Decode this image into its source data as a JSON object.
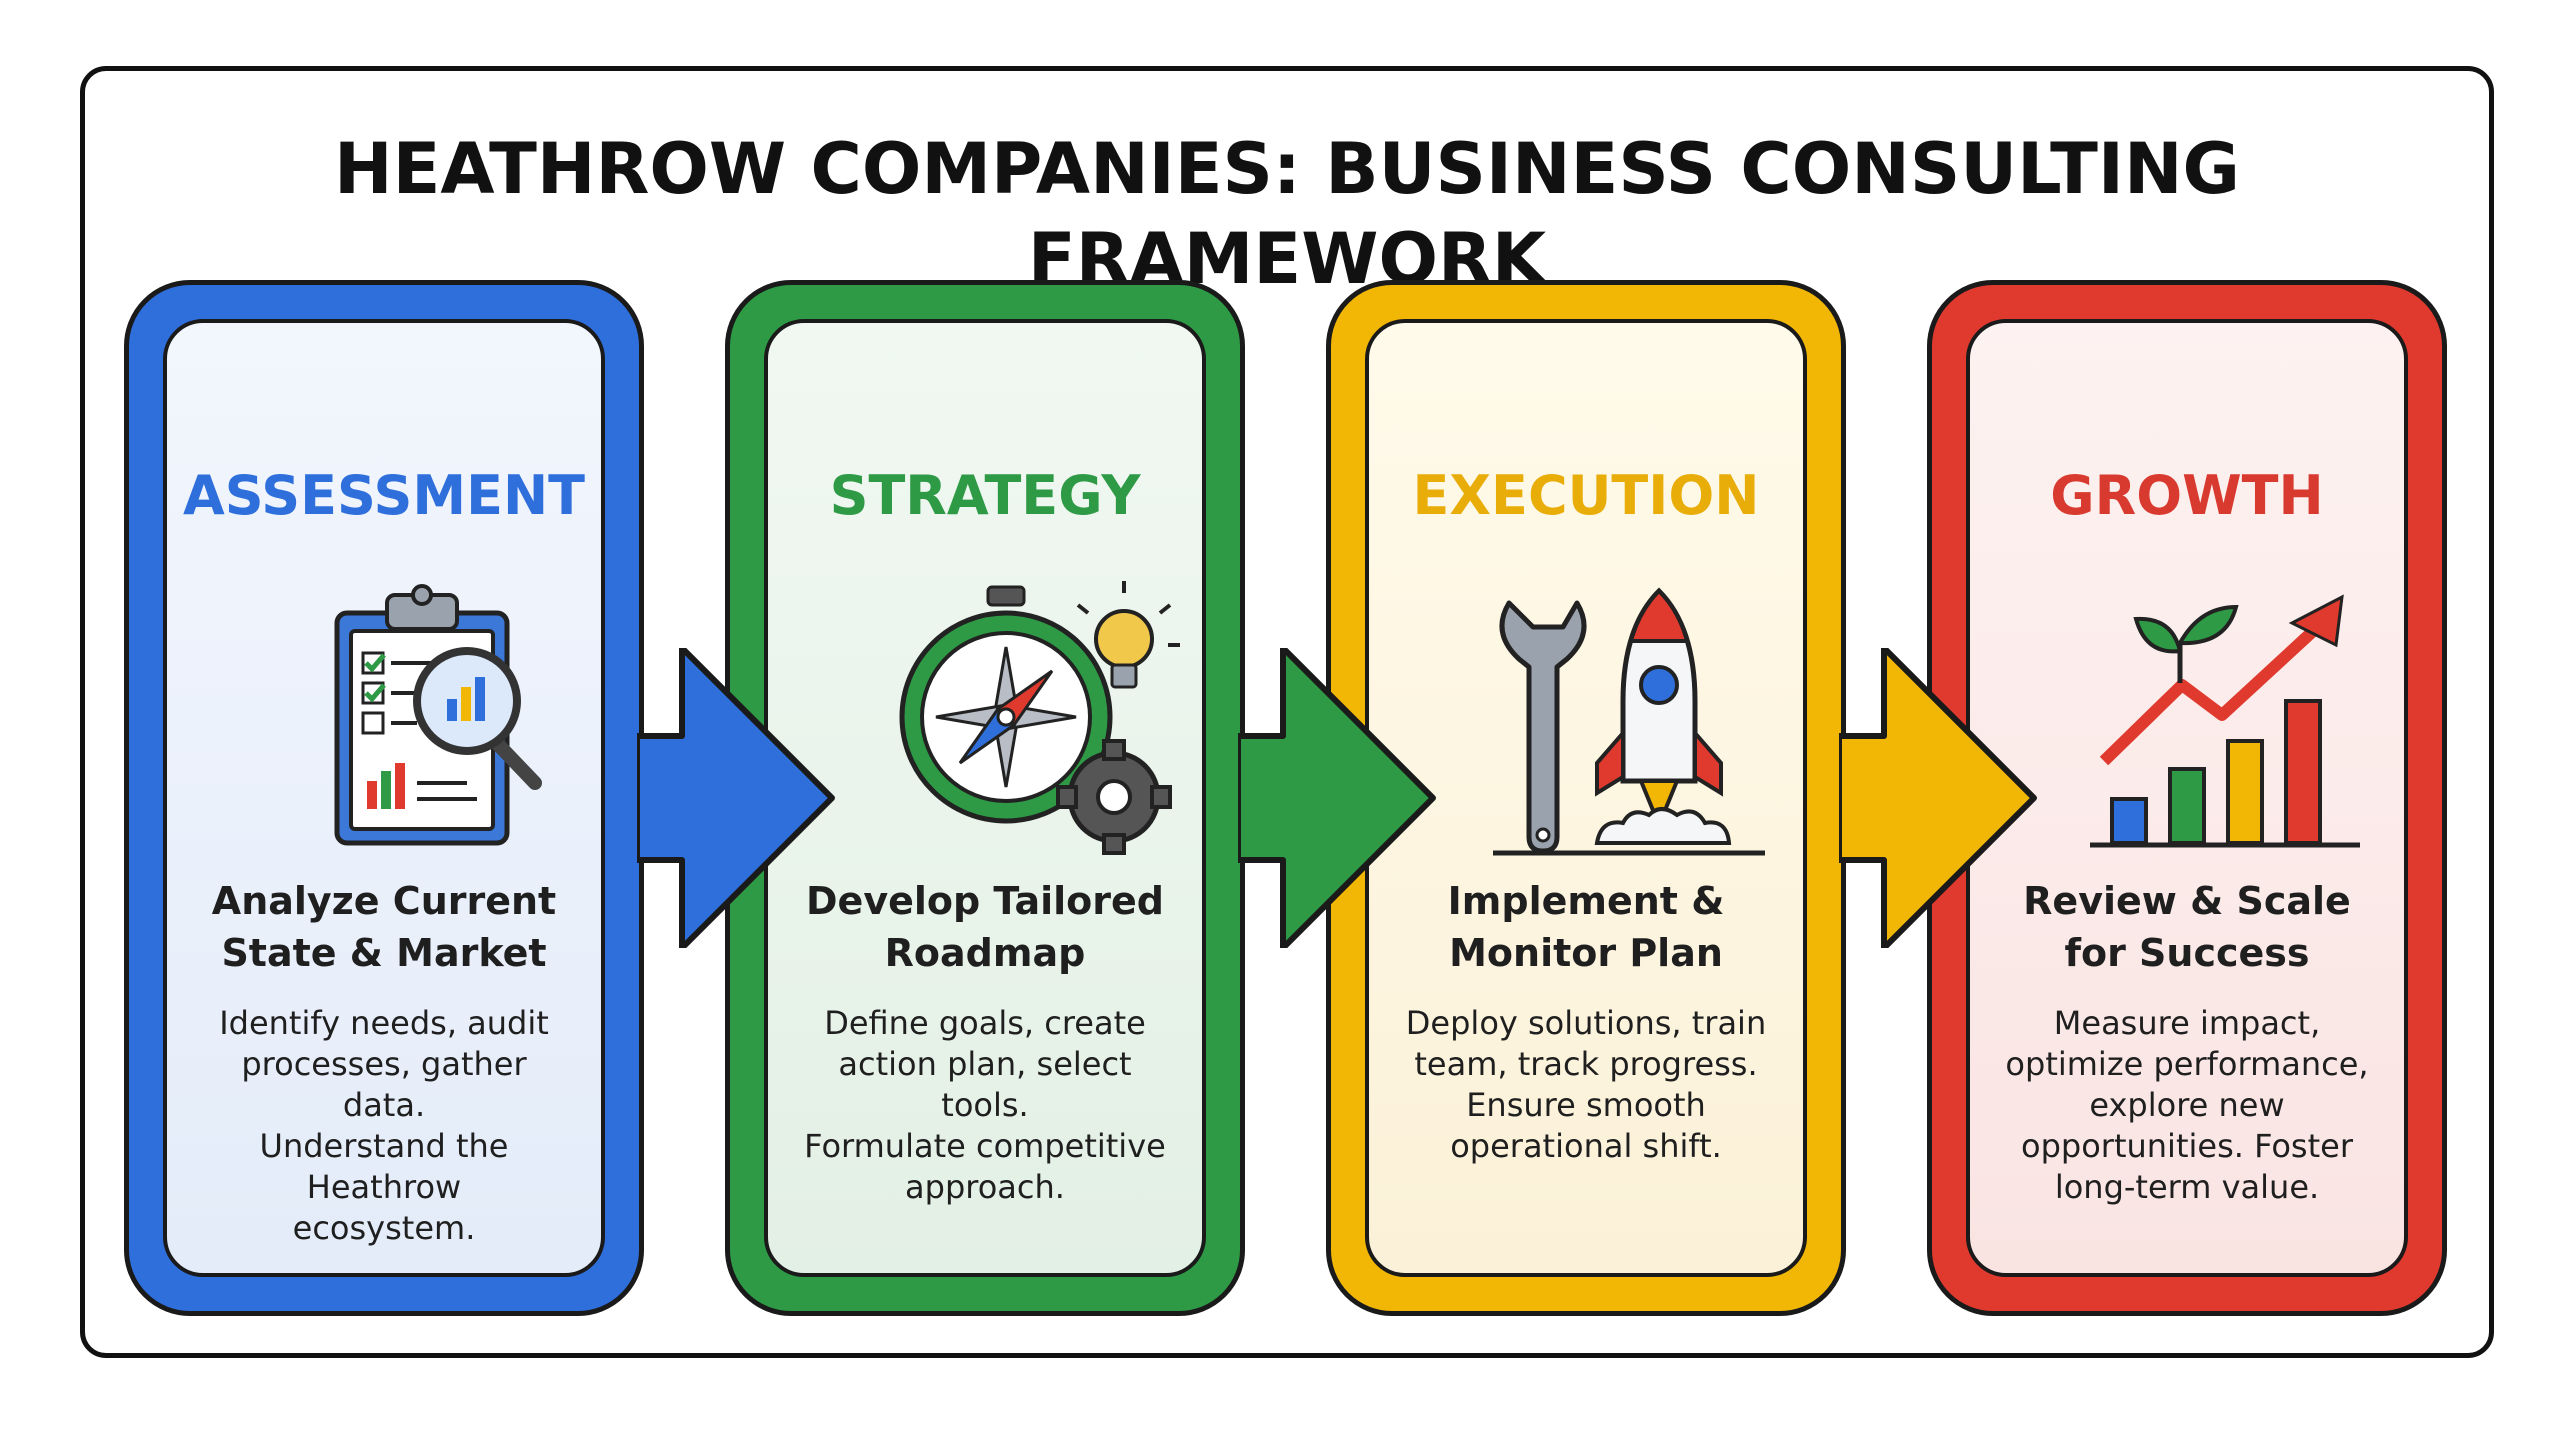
{
  "title": "HEATHROW COMPANIES: BUSINESS CONSULTING FRAMEWORK",
  "stages": [
    {
      "heading": "ASSESSMENT",
      "subtitle_lines": [
        "Analyze Current",
        "State & Market"
      ],
      "desc_lines": [
        "Identify needs, audit",
        "processes, gather data.",
        "Understand the Heathrow",
        "ecosystem."
      ],
      "icon": "clipboard-magnifier-icon",
      "color": "#2f6fdc"
    },
    {
      "heading": "STRATEGY",
      "subtitle_lines": [
        "Develop Tailored",
        "Roadmap"
      ],
      "desc_lines": [
        "Define goals, create",
        "action plan, select tools.",
        "Formulate competitive",
        "approach."
      ],
      "icon": "compass-lightbulb-gear-icon",
      "color": "#2e9a45"
    },
    {
      "heading": "EXECUTION",
      "subtitle_lines": [
        "Implement &",
        "Monitor Plan"
      ],
      "desc_lines": [
        "Deploy solutions, train",
        "team, track progress.",
        "Ensure smooth",
        "operational shift."
      ],
      "icon": "wrench-rocket-icon",
      "color": "#f2b705"
    },
    {
      "heading": "GROWTH",
      "subtitle_lines": [
        "Review & Scale",
        "for Success"
      ],
      "desc_lines": [
        "Measure impact,",
        "optimize performance,",
        "explore new",
        "opportunities. Foster",
        "long-term value."
      ],
      "icon": "growth-chart-sprout-icon",
      "color": "#e03a2f"
    }
  ]
}
